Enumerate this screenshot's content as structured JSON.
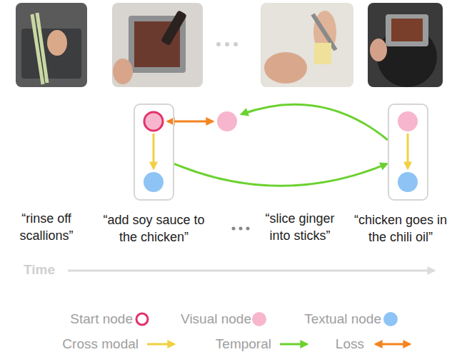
{
  "diagram": {
    "nodes": [
      {
        "text": [
          "“add soy sauce to the chicken”"
        ]
      },
      {
        "text": [
          "“chicken goes in the chili oil”"
        ]
      }
    ],
    "edges": [
      {
        "from": 0,
        "to": 1,
        "arrow": "to"
      }
    ],
    "labels": [
      "“rinse off scallions”",
      "“slice ginger into sticks”",
      "Time"
    ],
    "legend": [
      {
        "text": "Start node"
      },
      {
        "text": "Visual node",
        "color": "#f7b6cd"
      },
      {
        "text": "Textual node",
        "color": "#8ec3f5"
      },
      {
        "text": "Cross modal"
      },
      {
        "text": "Temporal"
      },
      {
        "text": "Loss"
      }
    ]
  }
}
